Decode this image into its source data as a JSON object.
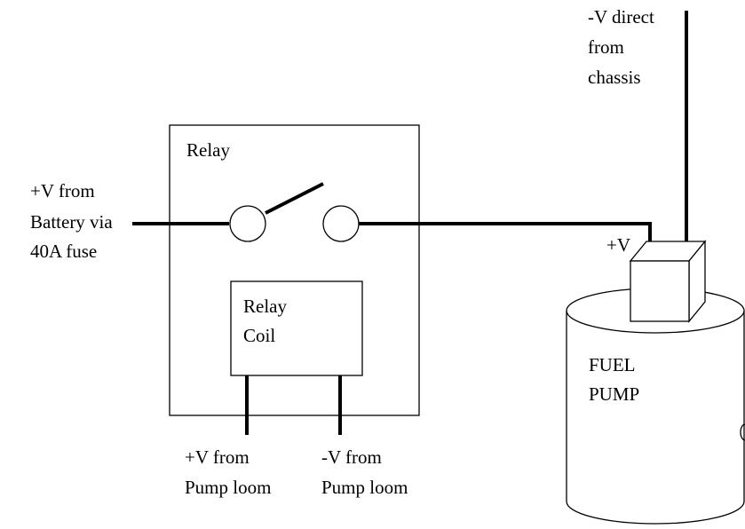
{
  "colors": {
    "line": "#000000",
    "background": "#ffffff"
  },
  "labels": {
    "neg_direct": [
      "-V direct",
      "from",
      "chassis"
    ],
    "relay": "Relay",
    "battery": [
      "+V from",
      "Battery via",
      "40A fuse"
    ],
    "relay_coil": [
      "Relay",
      "Coil"
    ],
    "pump_plus": "+V",
    "fuel_pump": [
      "FUEL",
      "PUMP"
    ],
    "pos_pump_loom": [
      "+V from",
      "Pump loom"
    ],
    "neg_pump_loom": [
      "-V from",
      "Pump loom"
    ]
  }
}
